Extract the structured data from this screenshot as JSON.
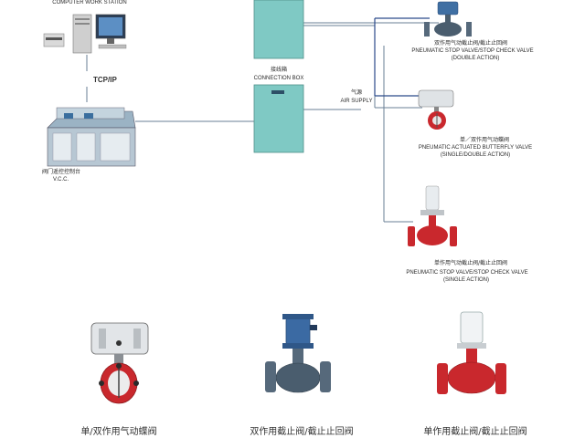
{
  "workstation": {
    "label": "COMPUTER WORK STATION"
  },
  "network": {
    "label": "TCP/IP"
  },
  "vcc": {
    "label_cn": "阀门遥控控制台",
    "label_en": "V.C.C."
  },
  "connection_box": {
    "label_cn": "接线箱",
    "label_en": "CONNECTION BOX"
  },
  "air_supply": {
    "label_cn": "气源",
    "label_en": "AIR SUPPLY"
  },
  "valves": [
    {
      "label_cn": "双作用气动截止阀/截止止回阀",
      "label_en": "PNEUMATIC STOP VALVE/STOP CHECK VALVE",
      "label_sub": "(DOUBLE ACTION)"
    },
    {
      "label_cn": "单／双作用气动蝶阀",
      "label_en": "PNEUMATIC ACTUATED BUTTERFLY VALVE",
      "label_sub": "(SINGLE/DOUBLE ACTION)"
    },
    {
      "label_cn": "单作用气动截止阀/截止止回阀",
      "label_en": "PNEUMATIC STOP VALVE/STOP CHECK VALVE",
      "label_sub": "(SINGLE ACTION)"
    }
  ],
  "captions": [
    "单/双作用气动蝶阀",
    "双作用截止阀/截止止回阀",
    "单作用截止阀/截止止回阀"
  ],
  "colors": {
    "box": "#7fc9c4",
    "line": "#2b4a8a",
    "valve_red": "#c9282d",
    "valve_body": "#4a5d6e"
  }
}
